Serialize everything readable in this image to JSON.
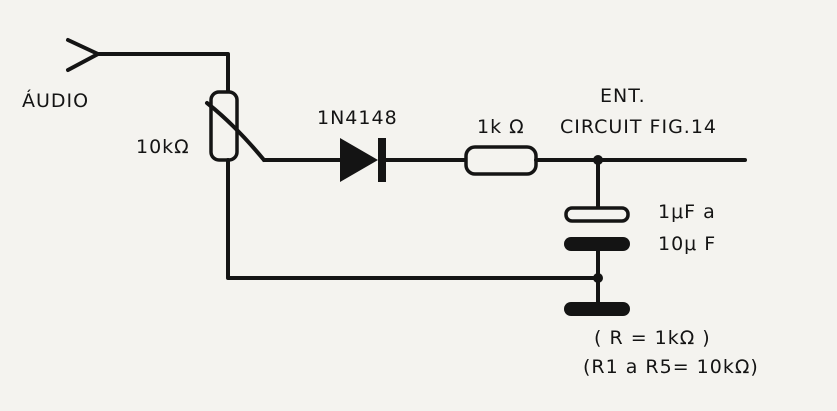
{
  "labels": {
    "input": "ÁUDIO",
    "potentiometer": "10kΩ",
    "diode": "1N4148",
    "resistor": "1k Ω",
    "output_line1": "ENT.",
    "output_line2": "CIRCUIT FIG.14",
    "capacitor_line1": "1μF a",
    "capacitor_line2": "10μ F",
    "note_line1": "( R = 1kΩ )",
    "note_line2": "(R1 a R5= 10kΩ)"
  },
  "colors": {
    "ink": "#141414",
    "paper": "#f4f3ef"
  }
}
